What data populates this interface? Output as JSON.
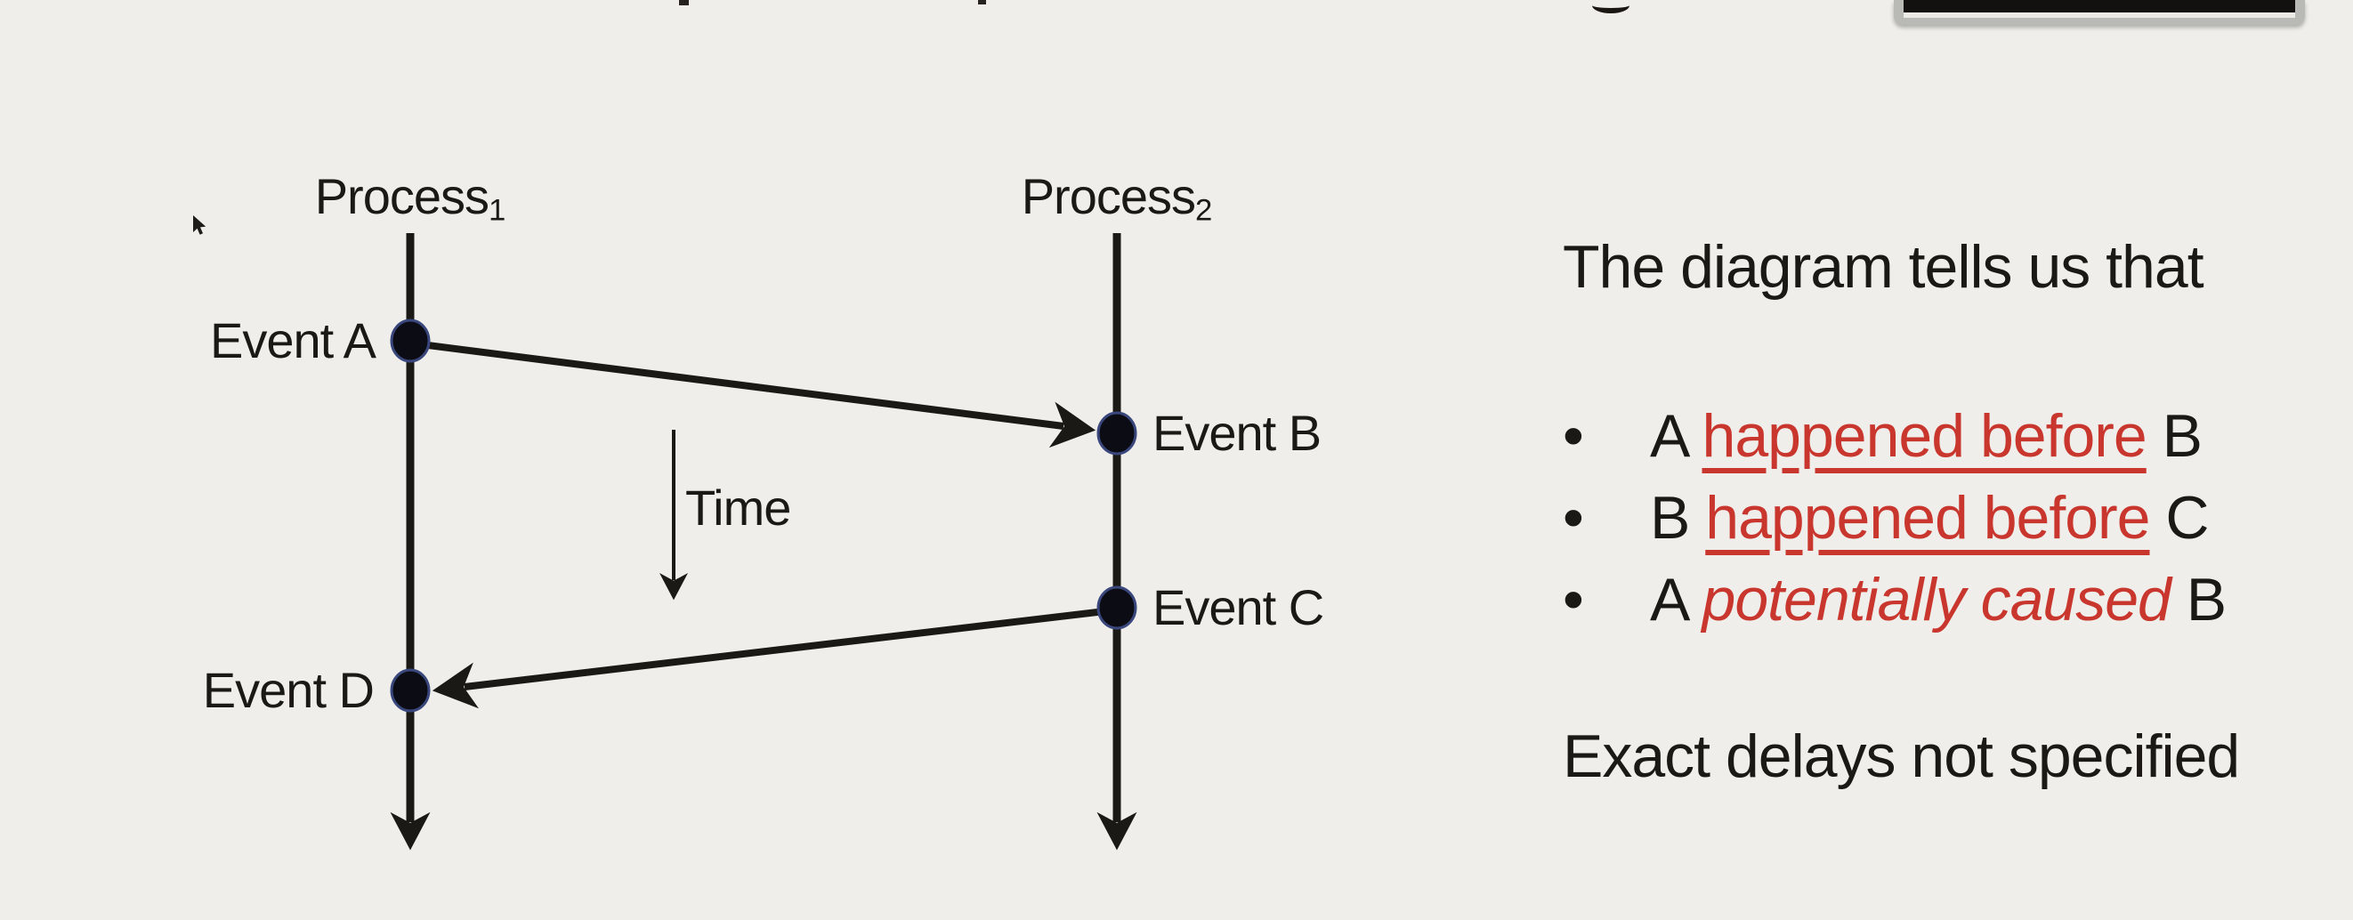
{
  "meta": {
    "colors": {
      "bg": "#efeeea",
      "ink": "#1b1916",
      "red": "#c9362e",
      "dot-fill": "#0c0c14",
      "dot-ring": "#3a477d",
      "frame-gray": "#b9bab6"
    }
  },
  "diagram": {
    "process1": {
      "name": "Process",
      "sub": "1"
    },
    "process2": {
      "name": "Process",
      "sub": "2"
    },
    "events": {
      "a": "Event A",
      "b": "Event B",
      "c": "Event C",
      "d": "Event D"
    },
    "time_label": "Time"
  },
  "right_panel": {
    "title": "The diagram tells us that",
    "bullet_char": "•",
    "bullets": [
      {
        "pre": "A ",
        "em": "happened before",
        "post": " B"
      },
      {
        "pre": "B ",
        "em": "happened before",
        "post": " C"
      },
      {
        "pre": "A ",
        "em": "potentially caused",
        "post": " B"
      }
    ],
    "footer": "Exact delays not specified"
  }
}
